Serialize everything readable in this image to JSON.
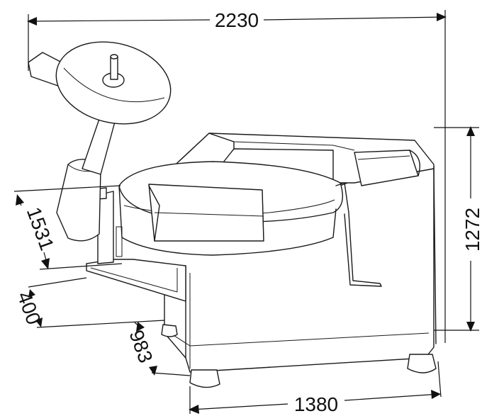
{
  "dimensions": {
    "overall_width": "2230",
    "height": "1272",
    "base_length": "1380",
    "depth": "983",
    "bowl_height": "1531",
    "ledge_height": "400"
  },
  "colors": {
    "line": "#1a1a1a",
    "background": "#ffffff"
  }
}
